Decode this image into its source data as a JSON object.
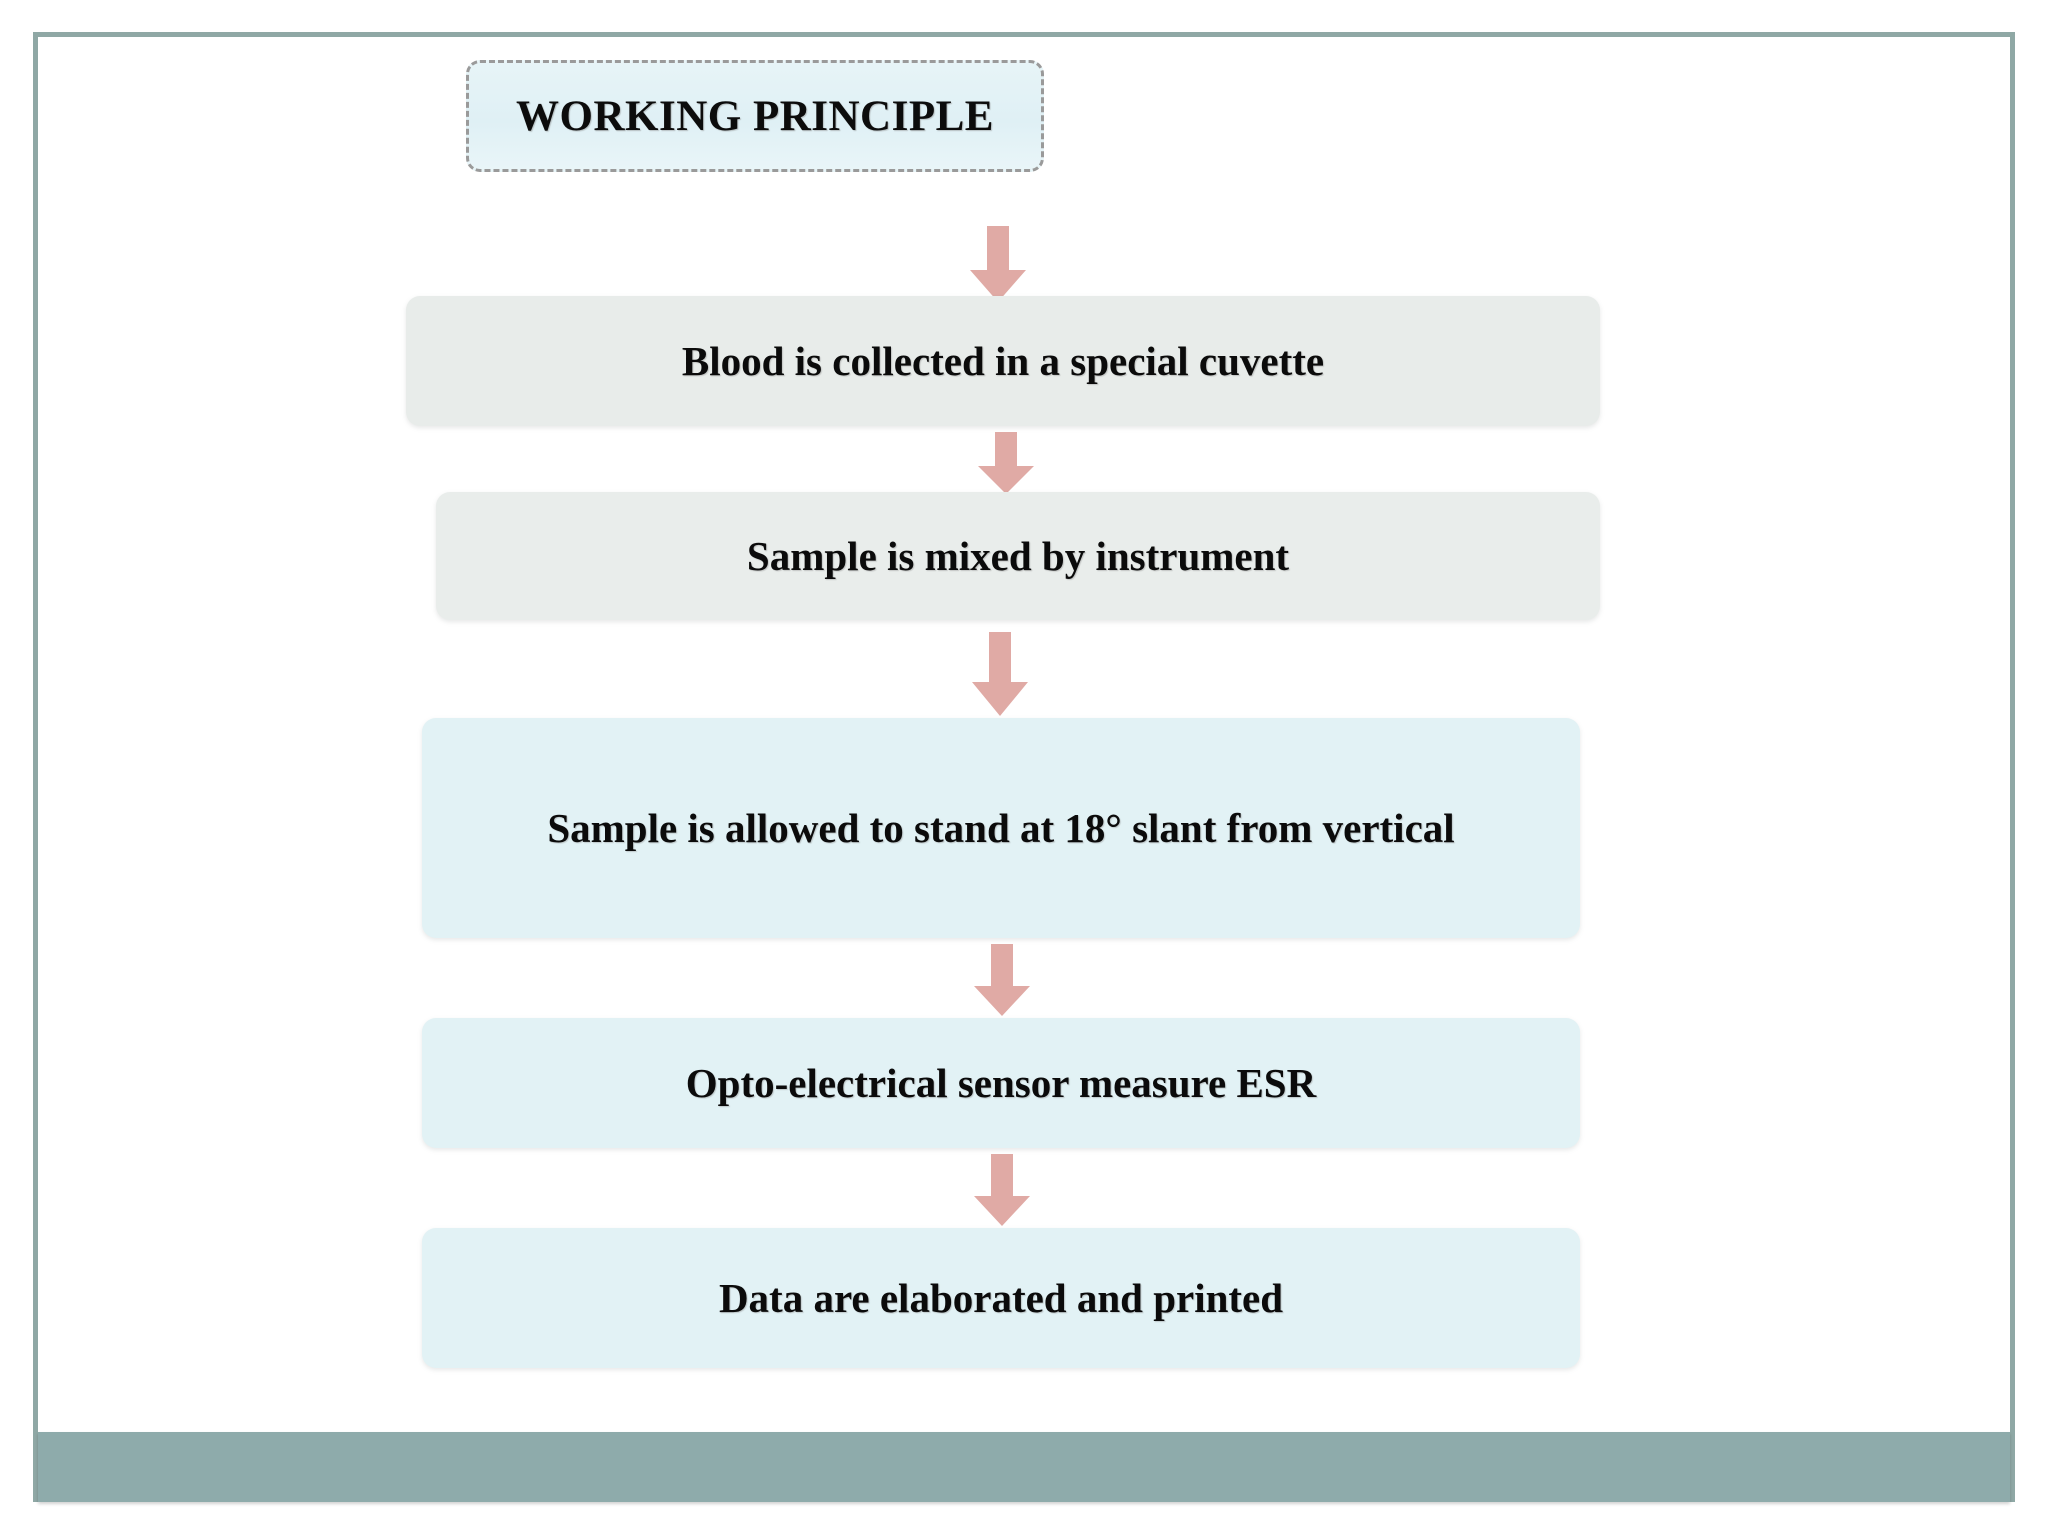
{
  "slide": {
    "title_box": {
      "label": "WORKING PRINCIPLE"
    },
    "frame_color": "#8fa8a5",
    "bottom_band_color": "#8eabab",
    "background_color": "#ffffff"
  },
  "flowchart": {
    "type": "vertical-process-flow",
    "arrow_color": "#e0aaa5",
    "steps": [
      {
        "id": 1,
        "label": "Blood is collected  in a special cuvette",
        "fill": "#e8ecea"
      },
      {
        "id": 2,
        "label": "Sample is mixed by instrument",
        "fill": "#e9edeb"
      },
      {
        "id": 3,
        "label": "Sample is allowed to stand at 18° slant from vertical",
        "fill": "#e2f2f5"
      },
      {
        "id": 4,
        "label": "Opto-electrical sensor measure ESR",
        "fill": "#e2f2f5"
      },
      {
        "id": 5,
        "label": "Data are elaborated and printed",
        "fill": "#e2f2f5"
      }
    ],
    "connectors": [
      {
        "id": 1,
        "icon": "down-arrow-icon"
      },
      {
        "id": 2,
        "icon": "down-arrow-icon"
      },
      {
        "id": 3,
        "icon": "down-arrow-icon"
      },
      {
        "id": 4,
        "icon": "down-arrow-icon"
      },
      {
        "id": 5,
        "icon": "down-arrow-icon"
      }
    ]
  }
}
